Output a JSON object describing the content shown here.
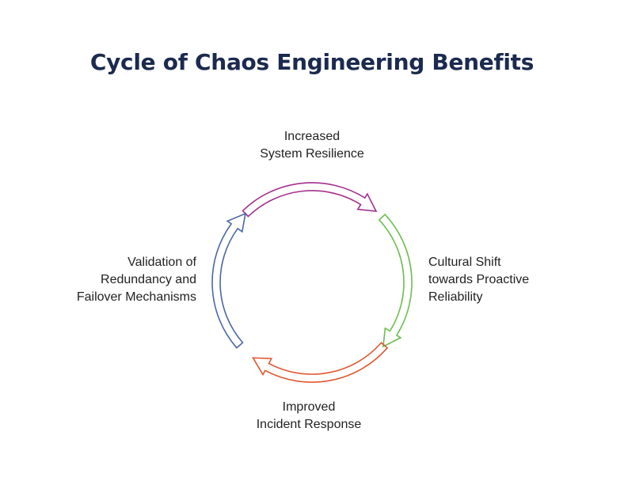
{
  "title": "Cycle of Chaos Engineering Benefits",
  "stages": [
    {
      "lines": [
        "Increased",
        "System Resilience"
      ],
      "color": "#a3318f"
    },
    {
      "lines": [
        "Cultural Shift",
        "towards Proactive",
        "Reliability"
      ],
      "color": "#6cbf4e"
    },
    {
      "lines": [
        "Improved",
        "Incident Response"
      ],
      "color": "#e0572d"
    },
    {
      "lines": [
        "Validation of",
        "Redundancy and",
        "Failover Mechanisms"
      ],
      "color": "#4b67a8"
    }
  ]
}
